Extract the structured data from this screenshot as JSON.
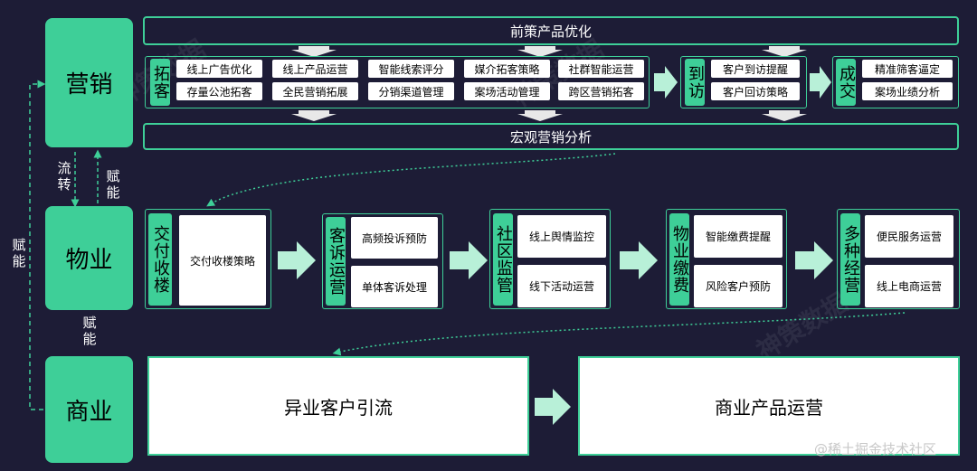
{
  "segments": {
    "marketing": "营销",
    "property": "物业",
    "commerce": "商业"
  },
  "side_labels": {
    "flow": "流转",
    "empower_up": "赋能",
    "empower_down": "赋能",
    "empower_left": "赋能"
  },
  "marketing": {
    "top_bar": "前策产品优化",
    "bottom_bar": "宏观营销分析",
    "tabs": {
      "expand": "拓客",
      "visit": "到访",
      "deal": "成交"
    },
    "expand_cells": [
      [
        "线上广告优化",
        "存量公池拓客"
      ],
      [
        "线上产品运营",
        "全民营销拓展"
      ],
      [
        "智能线索评分",
        "分销渠道管理"
      ],
      [
        "媒介拓客策略",
        "案场活动管理"
      ],
      [
        "社群智能运营",
        "跨区营销拓客"
      ]
    ],
    "visit_cells": [
      "客户到访提醒",
      "客户回访策略"
    ],
    "deal_cells": [
      "精准筛客逼定",
      "案场业绩分析"
    ]
  },
  "property": {
    "groups": [
      {
        "tab": "交付收楼",
        "cells": [
          "交付收楼策略"
        ]
      },
      {
        "tab": "客诉运营",
        "cells": [
          "高频投诉预防",
          "单体客诉处理"
        ]
      },
      {
        "tab": "社区监管",
        "cells": [
          "线上舆情监控",
          "线下活动运营"
        ]
      },
      {
        "tab": "物业缴费",
        "cells": [
          "智能缴费提醒",
          "风险客户预防"
        ]
      },
      {
        "tab": "多种经营",
        "cells": [
          "便民服务运营",
          "线上电商运营"
        ]
      }
    ]
  },
  "commerce": {
    "box1": "异业客户引流",
    "box2": "商业产品运营"
  },
  "watermark": "@稀土掘金技术社区",
  "colors": {
    "accent": "#3ecf98",
    "background": "#1d1c36"
  }
}
